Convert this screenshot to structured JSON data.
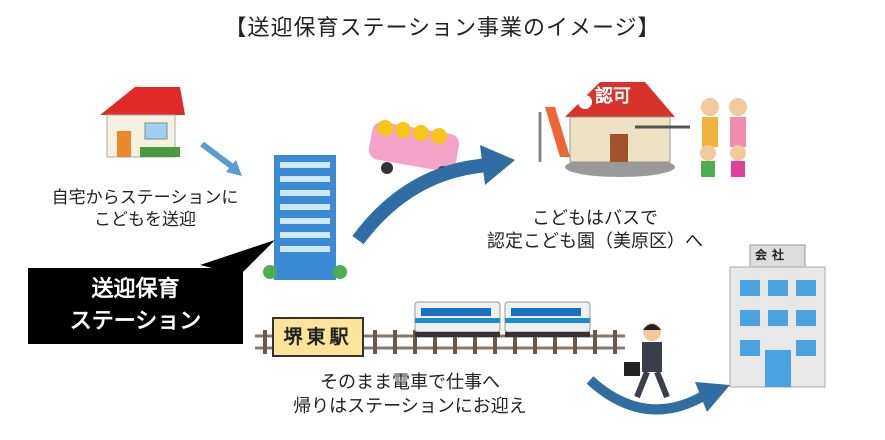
{
  "title": "【送迎保育ステーション事業のイメージ】",
  "home_text": [
    "自宅からステーションに",
    "こどもを送迎"
  ],
  "callout": [
    "送迎保育",
    "ステーション"
  ],
  "bus_text": [
    "こどもはバスで",
    "認定こども園（美原区）へ"
  ],
  "station_sign": "堺東駅",
  "train_text": [
    "そのまま電車で仕事へ",
    "帰りはステーションにお迎え"
  ],
  "nursery_sign": "認可",
  "office_sign": "会社",
  "colors": {
    "arrow": "#2f6da3",
    "house_roof": "#e02a2a",
    "building": "#3a8ad6",
    "train_stripe": "#1a8bd6"
  }
}
